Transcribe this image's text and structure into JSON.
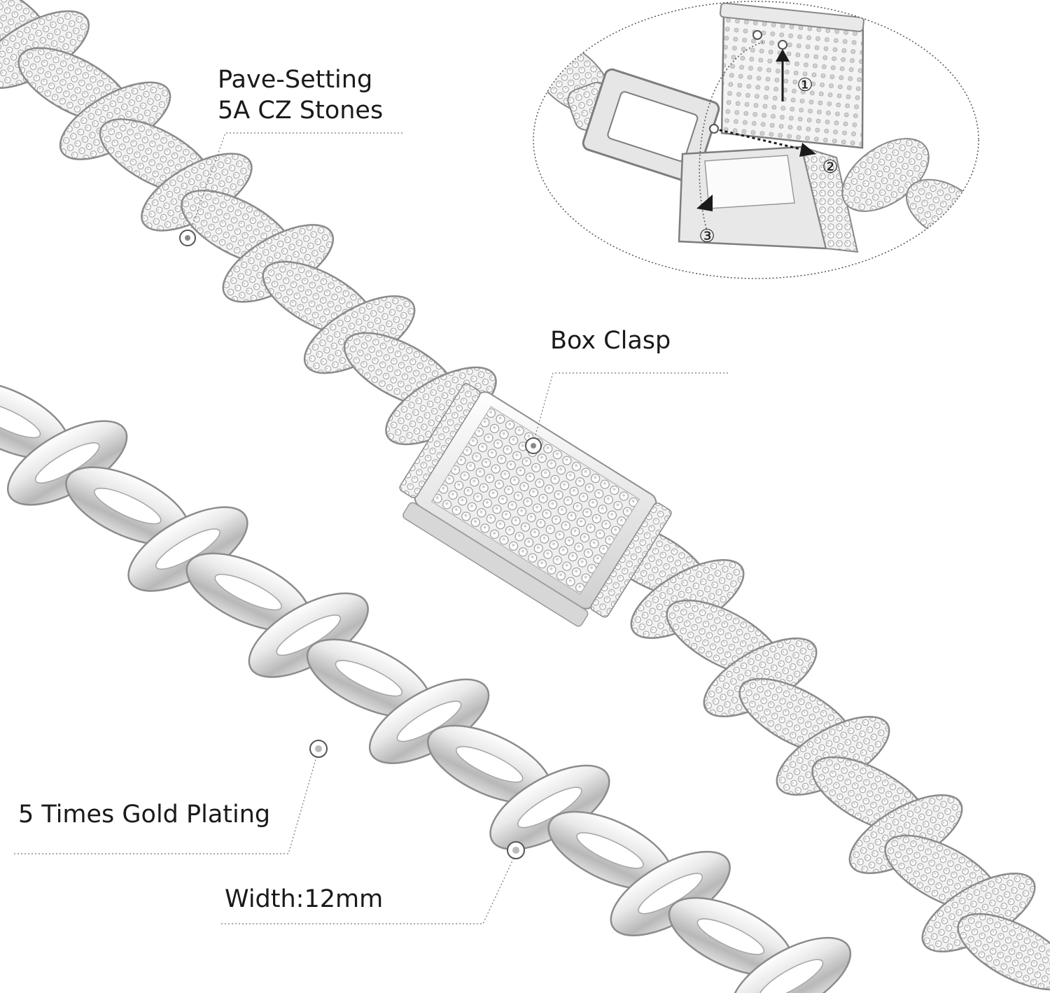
{
  "callouts": {
    "pave_line1": "Pave-Setting",
    "pave_line2": "5A CZ Stones",
    "box_clasp": "Box Clasp",
    "gold_plating": "5 Times Gold Plating",
    "width": "Width:12mm"
  },
  "clasp_steps": [
    "①",
    "②",
    "③"
  ],
  "colors": {
    "metal": "#dcdcdc",
    "metal_light": "#f4f4f4",
    "metal_dark": "#9a9a9a",
    "stone": "#e8e8e8",
    "leader_line": "#777777"
  }
}
